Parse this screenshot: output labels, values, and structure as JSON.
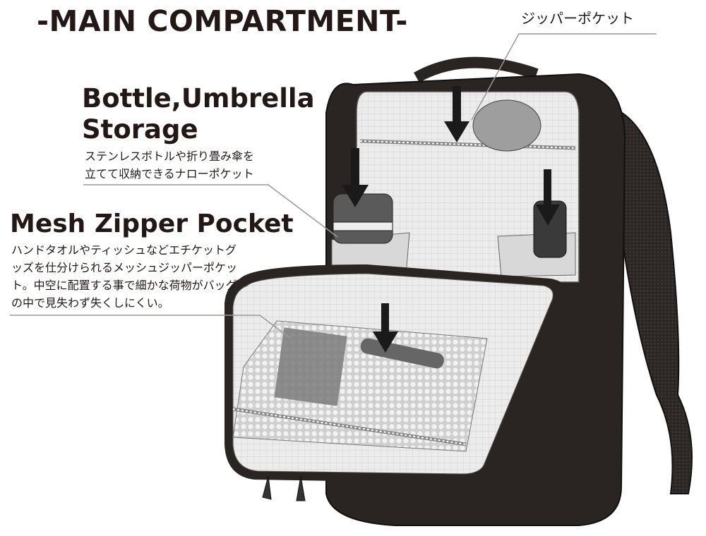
{
  "title": "-MAIN COMPARTMENT-",
  "callouts": {
    "zipper_pocket": {
      "label": "ジッパーポケット"
    },
    "bottle": {
      "heading_line1": "Bottle,Umbrella",
      "heading_line2": "Storage",
      "desc_line1": "ステンレスボトルや折り畳み傘を",
      "desc_line2": "立てて収納できるナローポケット"
    },
    "mesh": {
      "heading": "Mesh Zipper Pocket",
      "desc_line1": "ハンドタオルやティッシュなどエチケットグ",
      "desc_line2": "ッズを仕分けられるメッシュジッパーポケッ",
      "desc_line3": "ト。中空に配置する事で細かな荷物がバッグ",
      "desc_line4": "の中で見失わず失くしにくい。"
    }
  },
  "colors": {
    "text": "#231815",
    "bag": "#2a2523",
    "panel": "#e6e6e6",
    "mesh": "#bdbdbd"
  }
}
